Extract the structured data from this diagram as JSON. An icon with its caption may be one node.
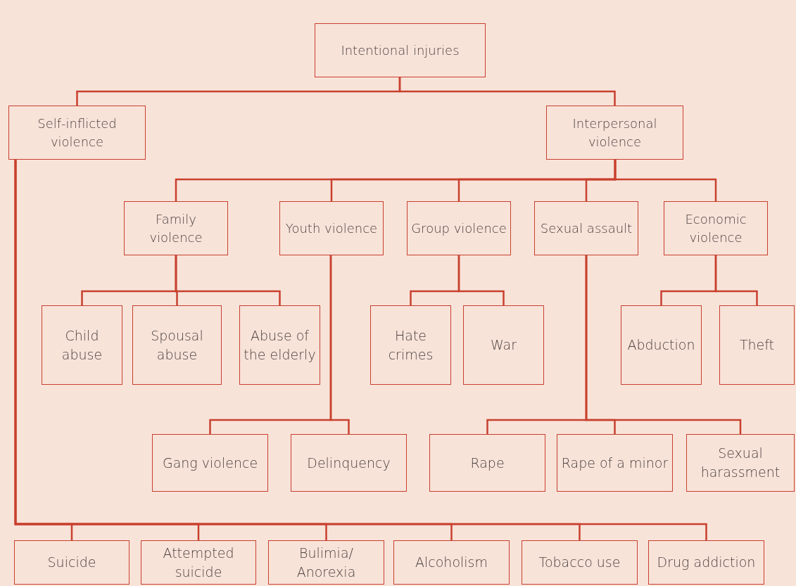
{
  "diagram": {
    "nodes": [
      {
        "text": [
          "Intentional injuries"
        ]
      },
      {
        "text": [
          "Self-inflicted violence"
        ]
      },
      {
        "text": [
          "Interpersonal violence"
        ]
      },
      {
        "text": [
          "Family violence"
        ]
      },
      {
        "text": [
          "Youth violence"
        ]
      },
      {
        "text": [
          "Group violence"
        ]
      },
      {
        "text": [
          "Sexual assault"
        ]
      },
      {
        "text": [
          "Economic violence"
        ]
      },
      {
        "text": [
          "Child abuse"
        ]
      },
      {
        "text": [
          "Spousal abuse"
        ]
      },
      {
        "text": [
          "Abuse of the elderly"
        ]
      },
      {
        "text": [
          "Hate crimes"
        ]
      },
      {
        "text": [
          "War"
        ]
      },
      {
        "text": [
          "Abduction"
        ]
      },
      {
        "text": [
          "Theft"
        ]
      },
      {
        "text": [
          "Gang violence"
        ]
      },
      {
        "text": [
          "Delinquency"
        ]
      },
      {
        "text": [
          "Rape"
        ]
      },
      {
        "text": [
          "Rape of a minor"
        ]
      },
      {
        "text": [
          "Sexual harassment"
        ]
      },
      {
        "text": [
          "Suicide"
        ]
      },
      {
        "text": [
          "Attempted suicide"
        ]
      },
      {
        "text": [
          "Bulimia/ Anorexia"
        ]
      },
      {
        "text": [
          "Alcoholism"
        ]
      },
      {
        "text": [
          "Tobacco use"
        ]
      },
      {
        "text": [
          "Drug addiction"
        ]
      }
    ],
    "edges": [
      {
        "from": 0,
        "to": 1,
        "arrow": "none"
      },
      {
        "from": 0,
        "to": 2,
        "arrow": "none"
      },
      {
        "from": 2,
        "to": 3,
        "arrow": "none"
      },
      {
        "from": 2,
        "to": 4,
        "arrow": "none"
      },
      {
        "from": 2,
        "to": 5,
        "arrow": "none"
      },
      {
        "from": 2,
        "to": 6,
        "arrow": "none"
      },
      {
        "from": 2,
        "to": 7,
        "arrow": "none"
      },
      {
        "from": 3,
        "to": 8,
        "arrow": "none"
      },
      {
        "from": 3,
        "to": 9,
        "arrow": "none"
      },
      {
        "from": 3,
        "to": 10,
        "arrow": "none"
      },
      {
        "from": 5,
        "to": 11,
        "arrow": "none"
      },
      {
        "from": 5,
        "to": 12,
        "arrow": "none"
      },
      {
        "from": 7,
        "to": 13,
        "arrow": "none"
      },
      {
        "from": 7,
        "to": 14,
        "arrow": "none"
      },
      {
        "from": 4,
        "to": 15,
        "arrow": "none"
      },
      {
        "from": 4,
        "to": 16,
        "arrow": "none"
      },
      {
        "from": 6,
        "to": 17,
        "arrow": "none"
      },
      {
        "from": 6,
        "to": 18,
        "arrow": "none"
      },
      {
        "from": 6,
        "to": 19,
        "arrow": "none"
      },
      {
        "from": 1,
        "to": 20,
        "arrow": "none"
      },
      {
        "from": 1,
        "to": 21,
        "arrow": "none"
      },
      {
        "from": 1,
        "to": 22,
        "arrow": "none"
      },
      {
        "from": 1,
        "to": 23,
        "arrow": "none"
      },
      {
        "from": 1,
        "to": 24,
        "arrow": "none"
      },
      {
        "from": 1,
        "to": 25,
        "arrow": "none"
      }
    ]
  }
}
